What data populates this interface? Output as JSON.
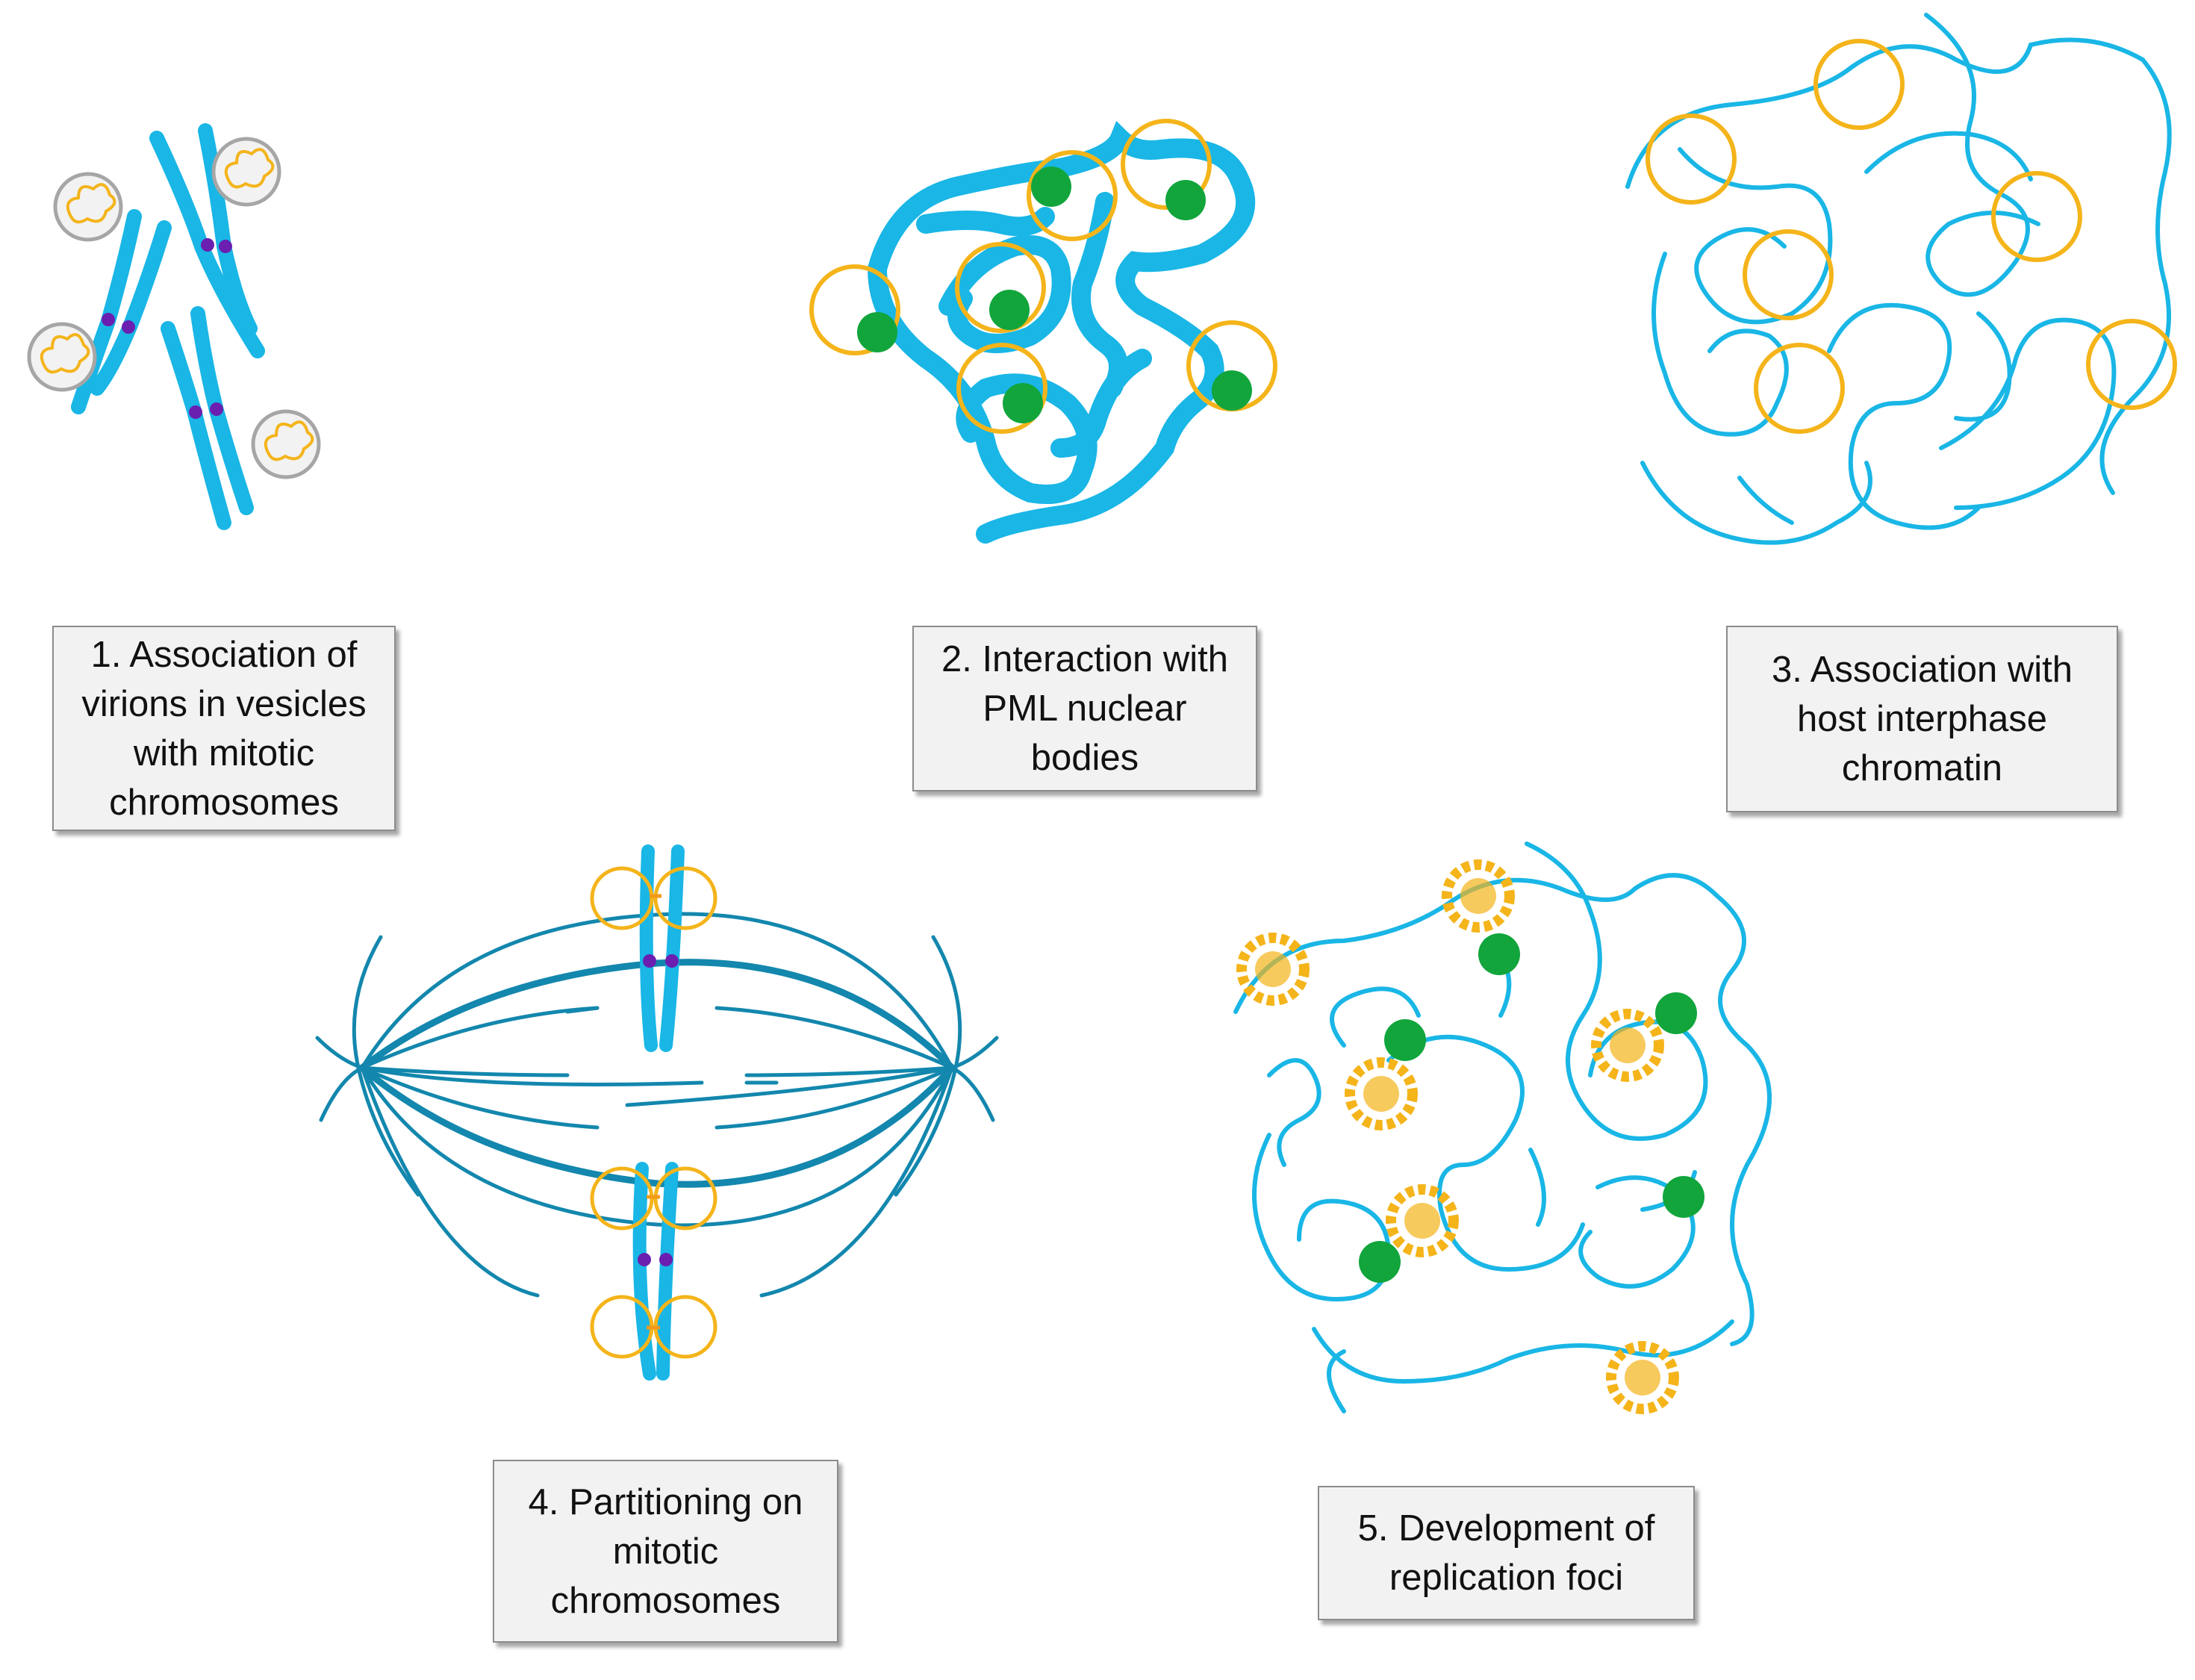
{
  "panels": [
    {
      "id": 1,
      "lines": [
        "1. Association of",
        "virions in vesicles",
        "with mitotic",
        "chromosomes"
      ]
    },
    {
      "id": 2,
      "lines": [
        "2. Interaction with",
        "PML nuclear",
        "bodies"
      ]
    },
    {
      "id": 3,
      "lines": [
        "3. Association with",
        "host interphase",
        "chromatin"
      ]
    },
    {
      "id": 4,
      "lines": [
        "4. Partitioning on",
        "mitotic",
        "chromosomes"
      ]
    },
    {
      "id": 5,
      "lines": [
        "5. Development of",
        "replication foci"
      ]
    }
  ],
  "colors": {
    "chromatin": "#19b6e6",
    "spindle": "#1387ad",
    "viral_genome": "#f4b41a",
    "pml_body": "#11a53c",
    "centromere": "#6a1fb0",
    "vesicle": "#a6a6a6"
  }
}
